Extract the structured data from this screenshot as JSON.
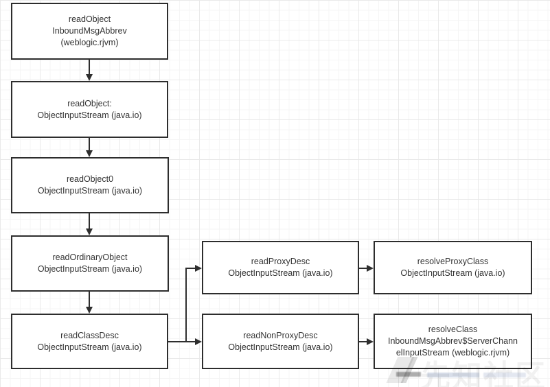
{
  "diagram": {
    "description_type": "flowchart",
    "nodes": {
      "read_object_inbound": {
        "lines": [
          "readObject",
          "InboundMsgAbbrev",
          "(weblogic.rjvm)"
        ]
      },
      "read_object": {
        "lines": [
          "readObject:",
          "ObjectInputStream (java.io)"
        ]
      },
      "read_object0": {
        "lines": [
          "readObject0",
          "ObjectInputStream (java.io)"
        ]
      },
      "read_ordinary_object": {
        "lines": [
          "readOrdinaryObject",
          "ObjectInputStream (java.io)"
        ]
      },
      "read_class_desc": {
        "lines": [
          "readClassDesc",
          "ObjectInputStream (java.io)"
        ]
      },
      "read_proxy_desc": {
        "lines": [
          "readProxyDesc",
          "ObjectInputStream (java.io)"
        ]
      },
      "resolve_proxy_class": {
        "lines": [
          "resolveProxyClass",
          "ObjectInputStream (java.io)"
        ]
      },
      "read_non_proxy_desc": {
        "lines": [
          "readNonProxyDesc",
          "ObjectInputStream (java.io)"
        ]
      },
      "resolve_class": {
        "lines": [
          "resolveClass",
          "InboundMsgAbbrev$ServerChann",
          "elInputStream (weblogic.rjvm)"
        ]
      }
    },
    "edges": [
      "read_object_inbound -> read_object",
      "read_object -> read_object0",
      "read_object0 -> read_ordinary_object",
      "read_ordinary_object -> read_class_desc",
      "read_class_desc -> read_proxy_desc",
      "read_class_desc -> read_non_proxy_desc",
      "read_proxy_desc -> resolve_proxy_class",
      "read_non_proxy_desc -> resolve_class"
    ]
  },
  "watermark": {
    "text": "先知社区"
  },
  "colors": {
    "node_border": "#2d2d2d",
    "node_fill": "#ffffff",
    "text": "#333333",
    "arrow": "#2e2e2e",
    "grid_minor": "#f5f5f5",
    "grid_major": "#e9e9e9",
    "background": "#ffffff"
  }
}
